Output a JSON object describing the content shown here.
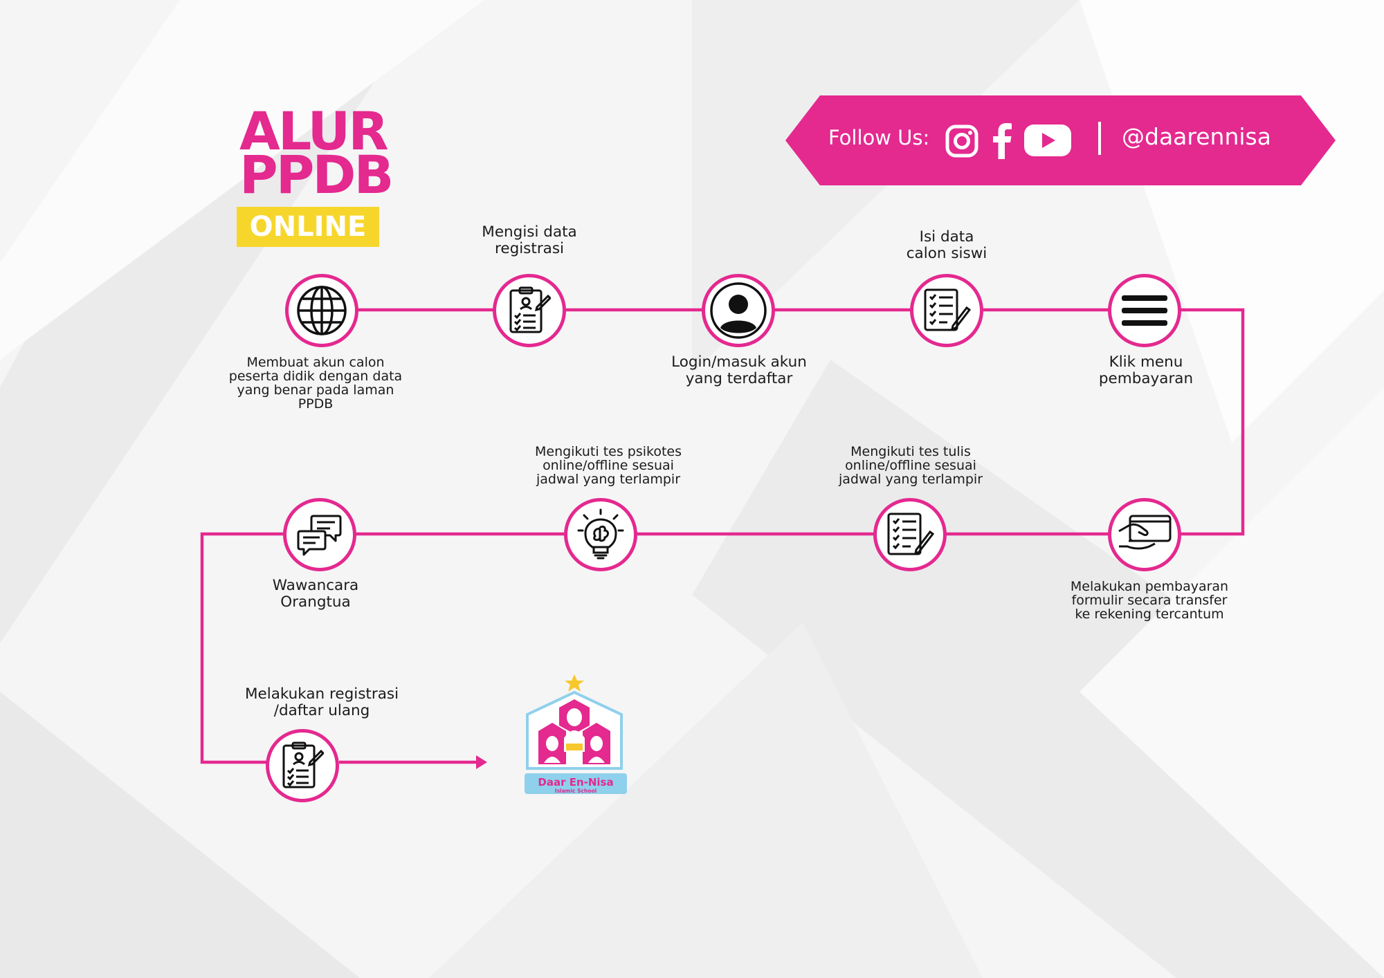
{
  "title": {
    "line1": "ALUR",
    "line2": "PPDB",
    "badge": "ONLINE"
  },
  "banner": {
    "follow_label": "Follow Us:",
    "handle": "@daarennisa",
    "icons": [
      "instagram-icon",
      "facebook-icon",
      "youtube-icon"
    ]
  },
  "steps": [
    {
      "icon": "globe-icon",
      "label": "Membuat akun calon\npeserta didik dengan data\nyang benar pada laman\nPPDB"
    },
    {
      "icon": "registration-form-icon",
      "label": "Mengisi data\nregistrasi"
    },
    {
      "icon": "user-icon",
      "label": "Login/masuk akun\nyang terdaftar"
    },
    {
      "icon": "checklist-pen-icon",
      "label": "Isi data\ncalon siswi"
    },
    {
      "icon": "menu-icon",
      "label": "Klik menu\npembayaran"
    },
    {
      "icon": "card-payment-icon",
      "label": "Melakukan pembayaran\nformulir secara transfer\nke rekening tercantum"
    },
    {
      "icon": "checklist-pen-icon",
      "label": "Mengikuti tes tulis\nonline/offline sesuai\njadwal yang terlampir"
    },
    {
      "icon": "lightbulb-brain-icon",
      "label": "Mengikuti tes psikotes\nonline/offline sesuai\njadwal yang terlampir"
    },
    {
      "icon": "chat-bubbles-icon",
      "label": "Wawancara\nOrangtua"
    },
    {
      "icon": "registration-form-icon",
      "label": "Melakukan registrasi\n/daftar ulang"
    }
  ],
  "logo": {
    "name": "Daar En-Nisa",
    "subtitle": "Islamic School"
  },
  "colors": {
    "accent": "#e4298f",
    "badge": "#f7d62c",
    "logo_blue": "#8fd0ec"
  }
}
